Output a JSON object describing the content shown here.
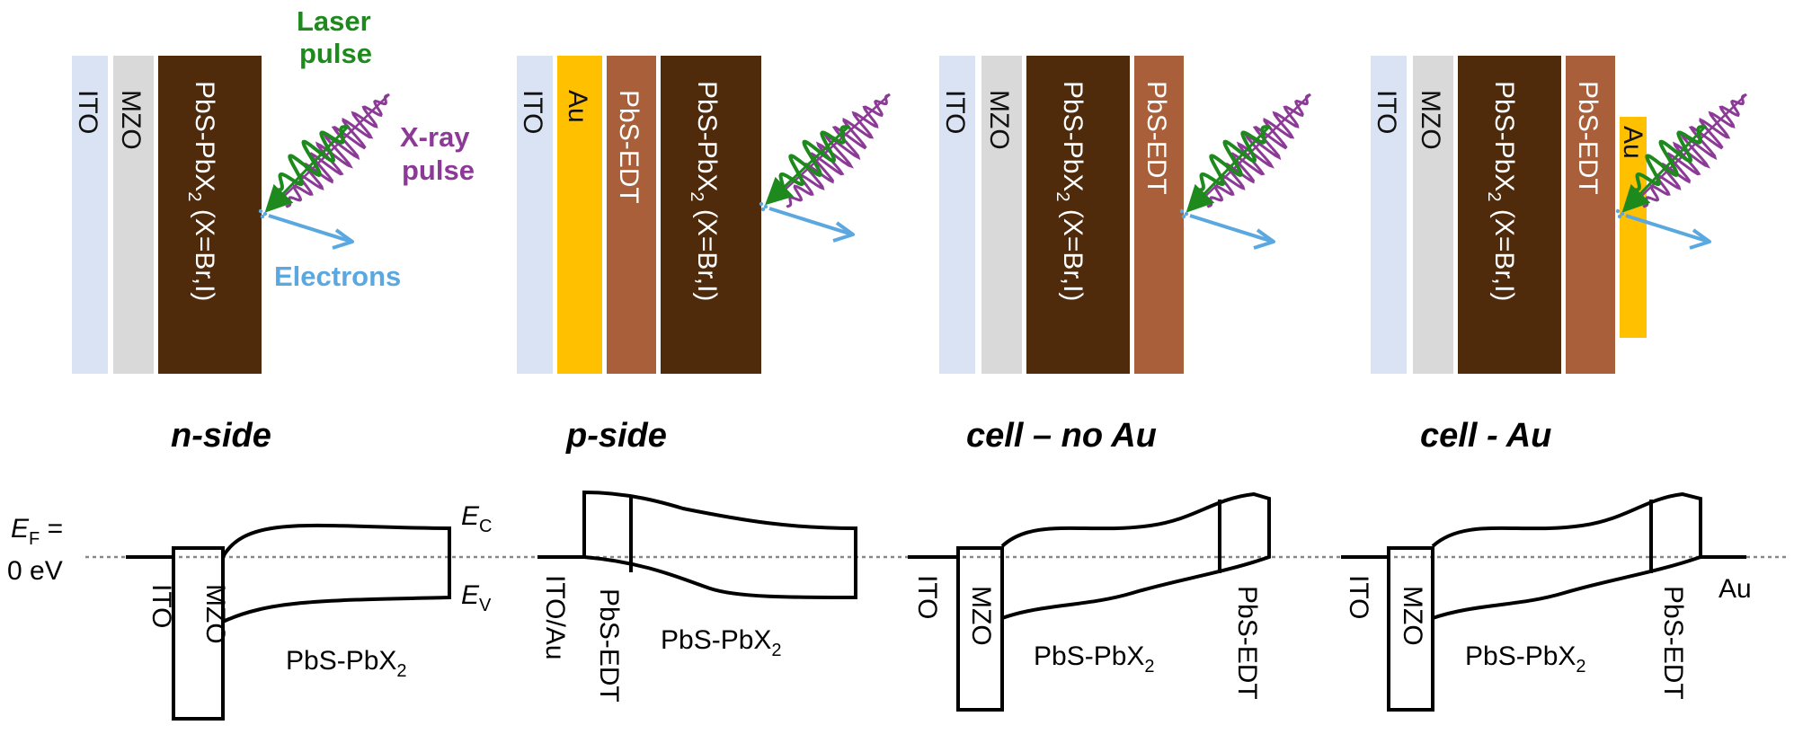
{
  "colors": {
    "ito": "#dae3f3",
    "mzo": "#d9d9d9",
    "pbs": "#4f2a0b",
    "edt": "#a9603a",
    "au": "#ffc000",
    "laser": "#1e8a1e",
    "xray": "#8b3a96",
    "electrons": "#5ba8e0"
  },
  "layers": {
    "ito": "ITO",
    "mzo": "MZO",
    "au": "Au",
    "pbs_edt": "PbS-EDT",
    "pbs_main": "PbS-PbX",
    "pbs_sub": "2",
    "pbs_tail": "(X=Br,I)"
  },
  "beam_labels": {
    "laser_line1": "Laser",
    "laser_line2": "pulse",
    "xray_line1": "X-ray",
    "xray_line2": "pulse",
    "electrons": "Electrons"
  },
  "panel_titles": [
    "n-side",
    "p-side",
    "cell – no Au",
    "cell - Au"
  ],
  "band_labels": {
    "ef_E": "E",
    "ef_sub": "F",
    "ef_eq": " =",
    "ef_value": "0 eV",
    "ec_E": "E",
    "ec_sub": "C",
    "ev_E": "E",
    "ev_sub": "V",
    "ito": "ITO",
    "ito_au": "ITO/Au",
    "mzo": "MZO",
    "pbs_edt": "PbS-EDT",
    "pbs_main": "PbS-PbX",
    "pbs_sub": "2",
    "au": "Au"
  }
}
